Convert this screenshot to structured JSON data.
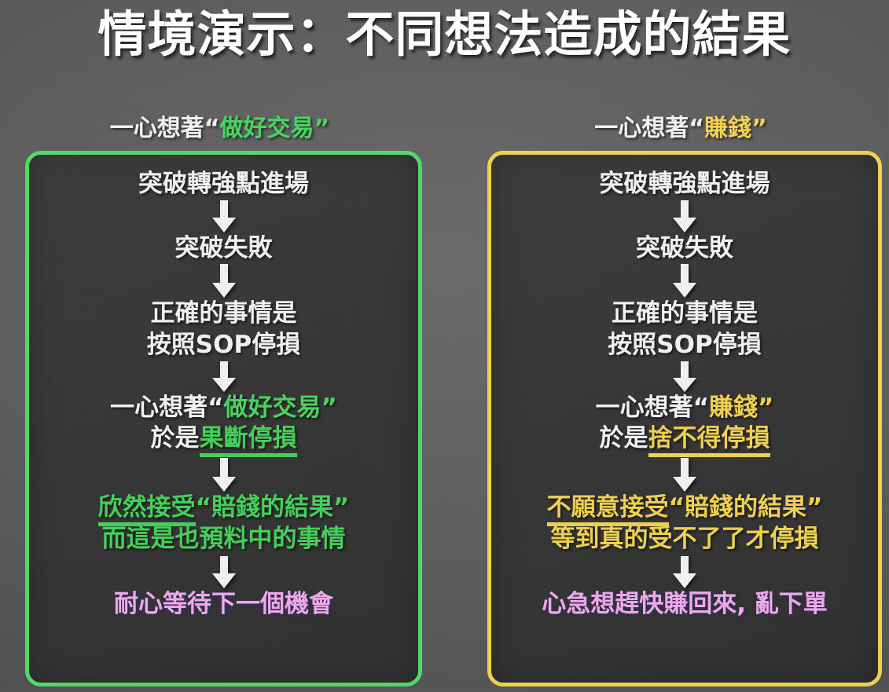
{
  "slide": {
    "title": "情境演示：不同想法造成的結果",
    "background_color": "#5b5b5b"
  },
  "colors": {
    "green": "#43d159",
    "green_border": "#4fdd63",
    "yellow": "#f2d24f",
    "pink": "#f2a9ec",
    "text_white": "#f3f3f3",
    "panel_fill": "#383838"
  },
  "columns": [
    {
      "id": "good-trade",
      "accent": "#4fdd63",
      "header": {
        "prefix": "一心想著",
        "quote_open": "“",
        "highlight": "做好交易",
        "quote_close": "”"
      },
      "nodes": [
        {
          "id": "entry",
          "lines": [
            "突破轉強點進場"
          ]
        },
        {
          "id": "failure",
          "lines": [
            "突破失敗"
          ]
        },
        {
          "id": "correct",
          "lines": [
            "正確的事情是",
            "按照SOP停損"
          ]
        },
        {
          "id": "mindset",
          "lines": [
            "一心想著“做好交易”",
            "於是果斷停損"
          ],
          "prefix": "於是",
          "underlined": "果斷停損"
        },
        {
          "id": "accept",
          "lines": [
            "欣然接受“賠錢的結果”",
            "而這是也預料中的事情"
          ],
          "underlined": "欣然接受",
          "rest": "“賠錢的結果”"
        },
        {
          "id": "wait",
          "lines": [
            "耐心等待下一個機會"
          ]
        }
      ]
    },
    {
      "id": "make-money",
      "accent": "#f2d24f",
      "header": {
        "prefix": "一心想著",
        "quote_open": "“",
        "highlight": "賺錢",
        "quote_close": "”"
      },
      "nodes": [
        {
          "id": "entry",
          "lines": [
            "突破轉強點進場"
          ]
        },
        {
          "id": "failure",
          "lines": [
            "突破失敗"
          ]
        },
        {
          "id": "correct",
          "lines": [
            "正確的事情是",
            "按照SOP停損"
          ]
        },
        {
          "id": "mindset",
          "lines": [
            "一心想著“賺錢”",
            "於是捨不得停損"
          ],
          "prefix": "於是",
          "underlined": "捨不得停損"
        },
        {
          "id": "refuse",
          "lines": [
            "不願意接受“賠錢的結果”",
            "等到真的受不了了才停損"
          ],
          "underlined": "不願意接受",
          "rest": "“賠錢的結果”"
        },
        {
          "id": "panic",
          "lines": [
            "心急想趕快賺回來, 亂下單"
          ]
        }
      ]
    }
  ],
  "icons": {
    "arrow": "down-arrow-icon"
  }
}
